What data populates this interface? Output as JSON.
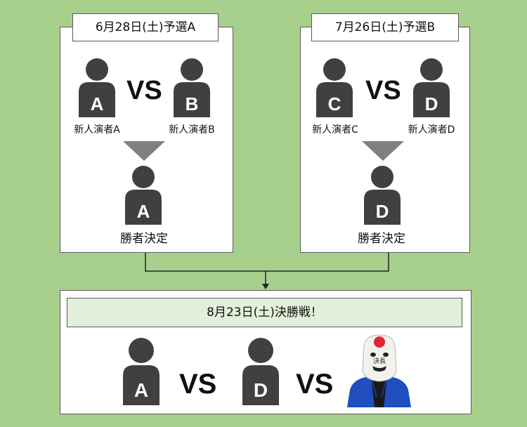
{
  "prelim_a": {
    "date": "6月28日(土)予選A",
    "left": {
      "letter": "A",
      "caption": "新人演者A"
    },
    "vs": "VS",
    "right": {
      "letter": "B",
      "caption": "新人演者B"
    },
    "winner": {
      "letter": "A",
      "caption": "勝者決定"
    }
  },
  "prelim_b": {
    "date": "7月26日(土)予選B",
    "left": {
      "letter": "C",
      "caption": "新人演者C"
    },
    "vs": "VS",
    "right": {
      "letter": "D",
      "caption": "新人演者D"
    },
    "winner": {
      "letter": "D",
      "caption": "勝者決定"
    }
  },
  "final": {
    "date": "8月23日(土)決勝戦！",
    "p1": {
      "letter": "A"
    },
    "vs1": "VS",
    "p2": {
      "letter": "D"
    },
    "vs2": "VS",
    "mascot_text": "決長"
  },
  "colors": {
    "background": "#a8d08d",
    "figure": "#404040",
    "final_banner": "#e2efda",
    "arrow": "#808080"
  }
}
